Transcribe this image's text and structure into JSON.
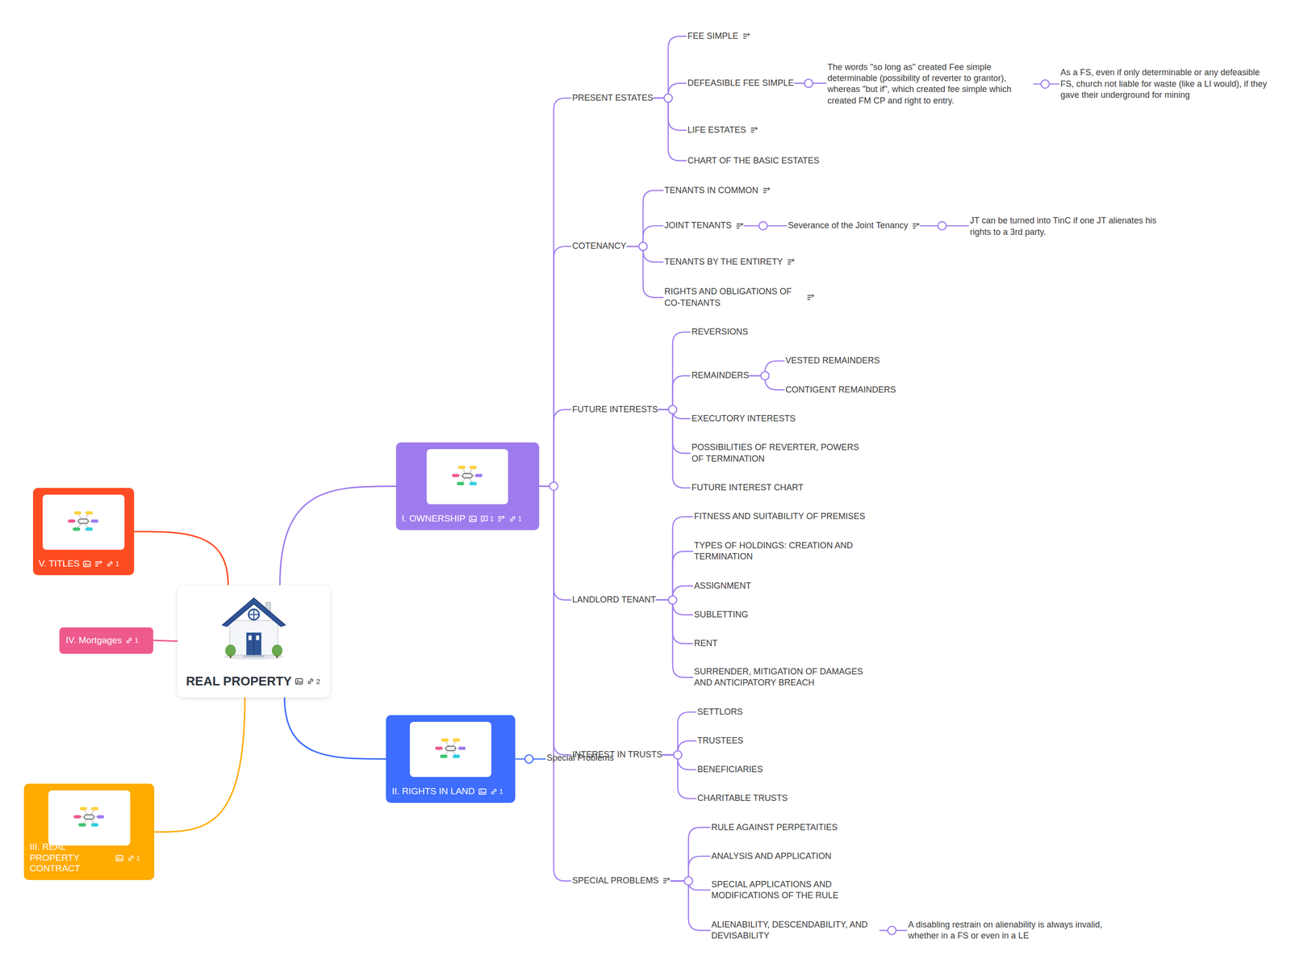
{
  "diagram": {
    "nodes": [
      {
        "text": [
          "REAL PROPERTY",
          "2"
        ]
      },
      {
        "text": [
          "I. OWNERSHIP",
          "1",
          "1"
        ]
      },
      {
        "text": [
          "II. RIGHTS IN LAND",
          "1"
        ]
      },
      {
        "text": [
          "III. REAL PROPERTY CONTRACT",
          "1"
        ]
      },
      {
        "text": [
          "IV. Mortgages",
          "1"
        ]
      },
      {
        "text": [
          "V. TITLES",
          "1"
        ]
      },
      {
        "text": [
          "PRESENT ESTATES"
        ]
      },
      {
        "text": [
          "FEE SIMPLE"
        ]
      },
      {
        "text": [
          "DEFEASIBLE FEE SIMPLE"
        ]
      },
      {
        "text": [
          "The words \"so long as\" created Fee simple determinable (possibility of reverter to grantor), whereas \"but if\", which created fee simple which created FM CP and right to entry."
        ]
      },
      {
        "text": [
          "As a FS, even if only determinable or any defeasible FS, church not liable for waste (like a LI would), if they gave their underground for mining"
        ]
      },
      {
        "text": [
          "LIFE ESTATES"
        ]
      },
      {
        "text": [
          "CHART OF THE BASIC ESTATES"
        ]
      },
      {
        "text": [
          "COTENANCY"
        ]
      },
      {
        "text": [
          "TENANTS IN COMMON"
        ]
      },
      {
        "text": [
          "JOINT TENANTS"
        ]
      },
      {
        "text": [
          "Severance of the Joint Tenancy"
        ]
      },
      {
        "text": [
          "JT can be turned into TinC if one JT alienates his rights to a 3rd party."
        ]
      },
      {
        "text": [
          "TENANTS BY THE ENTIRETY"
        ]
      },
      {
        "text": [
          "RIGHTS AND OBLIGATIONS OF CO-TENANTS"
        ]
      },
      {
        "text": [
          "FUTURE INTERESTS"
        ]
      },
      {
        "text": [
          "REVERSIONS"
        ]
      },
      {
        "text": [
          "REMAINDERS"
        ]
      },
      {
        "text": [
          "VESTED REMAINDERS"
        ]
      },
      {
        "text": [
          "CONTIGENT REMAINDERS"
        ]
      },
      {
        "text": [
          "EXECUTORY INTERESTS"
        ]
      },
      {
        "text": [
          "POSSIBILITIES OF REVERTER, POWERS OF TERMINATION"
        ]
      },
      {
        "text": [
          "FUTURE INTEREST CHART"
        ]
      },
      {
        "text": [
          "LANDLORD TENANT"
        ]
      },
      {
        "text": [
          "FITNESS AND SUITABILITY OF PREMISES"
        ]
      },
      {
        "text": [
          "TYPES OF HOLDINGS: CREATION AND TERMINATION"
        ]
      },
      {
        "text": [
          "ASSIGNMENT"
        ]
      },
      {
        "text": [
          "SUBLETTING"
        ]
      },
      {
        "text": [
          "RENT"
        ]
      },
      {
        "text": [
          "SURRENDER, MITIGATION OF DAMAGES AND ANTICIPATORY BREACH"
        ]
      },
      {
        "text": [
          "INTEREST IN TRUSTS"
        ]
      },
      {
        "text": [
          "SETTLORS"
        ]
      },
      {
        "text": [
          "TRUSTEES"
        ]
      },
      {
        "text": [
          "BENEFICIARIES"
        ]
      },
      {
        "text": [
          "CHARITABLE TRUSTS"
        ]
      },
      {
        "text": [
          "SPECIAL PROBLEMS"
        ]
      },
      {
        "text": [
          "RULE AGAINST PERPETAITIES"
        ]
      },
      {
        "text": [
          "ANALYSIS AND APPLICATION"
        ]
      },
      {
        "text": [
          "SPECIAL APPLICATIONS AND MODIFICATIONS OF THE RULE"
        ]
      },
      {
        "text": [
          "ALIENABILITY, DESCENDABILITY, AND DEVISABILITY"
        ]
      },
      {
        "text": [
          "A disabling restrain on alienability is always invalid, whether in a FS or even in a LE"
        ]
      },
      {
        "text": [
          "Special Problems"
        ]
      }
    ],
    "edges": [
      {
        "from": 0,
        "to": 1,
        "arrow": "none"
      },
      {
        "from": 0,
        "to": 2,
        "arrow": "none"
      },
      {
        "from": 0,
        "to": 3,
        "arrow": "none"
      },
      {
        "from": 0,
        "to": 4,
        "arrow": "none"
      },
      {
        "from": 0,
        "to": 5,
        "arrow": "none"
      },
      {
        "from": 1,
        "to": 6,
        "arrow": "none"
      },
      {
        "from": 6,
        "to": 7,
        "arrow": "none"
      },
      {
        "from": 6,
        "to": 8,
        "arrow": "none"
      },
      {
        "from": 8,
        "to": 9,
        "arrow": "none"
      },
      {
        "from": 9,
        "to": 10,
        "arrow": "none"
      },
      {
        "from": 6,
        "to": 11,
        "arrow": "none"
      },
      {
        "from": 6,
        "to": 12,
        "arrow": "none"
      },
      {
        "from": 1,
        "to": 13,
        "arrow": "none"
      },
      {
        "from": 13,
        "to": 14,
        "arrow": "none"
      },
      {
        "from": 13,
        "to": 15,
        "arrow": "none"
      },
      {
        "from": 15,
        "to": 16,
        "arrow": "none"
      },
      {
        "from": 16,
        "to": 17,
        "arrow": "none"
      },
      {
        "from": 13,
        "to": 18,
        "arrow": "none"
      },
      {
        "from": 13,
        "to": 19,
        "arrow": "none"
      },
      {
        "from": 1,
        "to": 20,
        "arrow": "none"
      },
      {
        "from": 20,
        "to": 21,
        "arrow": "none"
      },
      {
        "from": 20,
        "to": 22,
        "arrow": "none"
      },
      {
        "from": 22,
        "to": 23,
        "arrow": "none"
      },
      {
        "from": 22,
        "to": 24,
        "arrow": "none"
      },
      {
        "from": 20,
        "to": 25,
        "arrow": "none"
      },
      {
        "from": 20,
        "to": 26,
        "arrow": "none"
      },
      {
        "from": 20,
        "to": 27,
        "arrow": "none"
      },
      {
        "from": 1,
        "to": 28,
        "arrow": "none"
      },
      {
        "from": 28,
        "to": 29,
        "arrow": "none"
      },
      {
        "from": 28,
        "to": 30,
        "arrow": "none"
      },
      {
        "from": 28,
        "to": 31,
        "arrow": "none"
      },
      {
        "from": 28,
        "to": 32,
        "arrow": "none"
      },
      {
        "from": 28,
        "to": 33,
        "arrow": "none"
      },
      {
        "from": 28,
        "to": 34,
        "arrow": "none"
      },
      {
        "from": 1,
        "to": 35,
        "arrow": "none"
      },
      {
        "from": 35,
        "to": 36,
        "arrow": "none"
      },
      {
        "from": 35,
        "to": 37,
        "arrow": "none"
      },
      {
        "from": 35,
        "to": 38,
        "arrow": "none"
      },
      {
        "from": 35,
        "to": 39,
        "arrow": "none"
      },
      {
        "from": 1,
        "to": 40,
        "arrow": "none"
      },
      {
        "from": 40,
        "to": 41,
        "arrow": "none"
      },
      {
        "from": 40,
        "to": 42,
        "arrow": "none"
      },
      {
        "from": 40,
        "to": 43,
        "arrow": "none"
      },
      {
        "from": 40,
        "to": 44,
        "arrow": "none"
      },
      {
        "from": 44,
        "to": 45,
        "arrow": "none"
      },
      {
        "from": 2,
        "to": 46,
        "arrow": "none"
      }
    ]
  }
}
